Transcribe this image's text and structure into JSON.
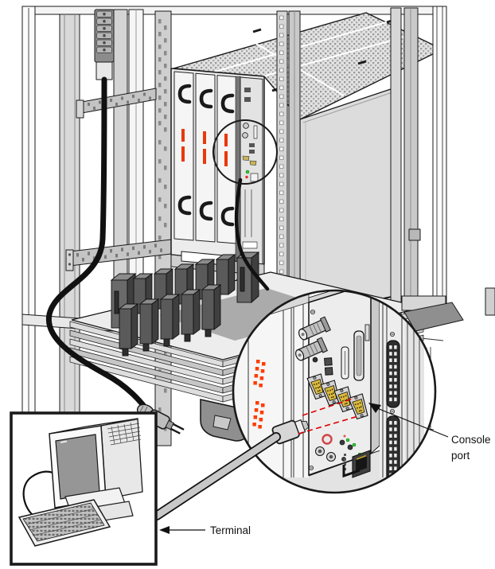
{
  "figure": {
    "type": "hardware-installation-diagram",
    "description": "Rack system rear view with magnified I/O panel callout showing the console port, connected by serial cable to a terminal"
  },
  "labels": {
    "console_port": {
      "line1": "Console",
      "line2": "port"
    },
    "terminal": "Terminal"
  },
  "colors": {
    "line_art": "#1A1A1A",
    "board_label_red": "#E8390C",
    "led_red": "#FF3B00",
    "led_green": "#2FCE2F",
    "connector_gold": "#D9B93F",
    "dashed_guide_red": "#E00000",
    "cable_gray": "#C8C8C8",
    "fill_light": "#E3E3E3",
    "fill_dark": "#5E5E5E",
    "screen_gray": "#969696"
  }
}
